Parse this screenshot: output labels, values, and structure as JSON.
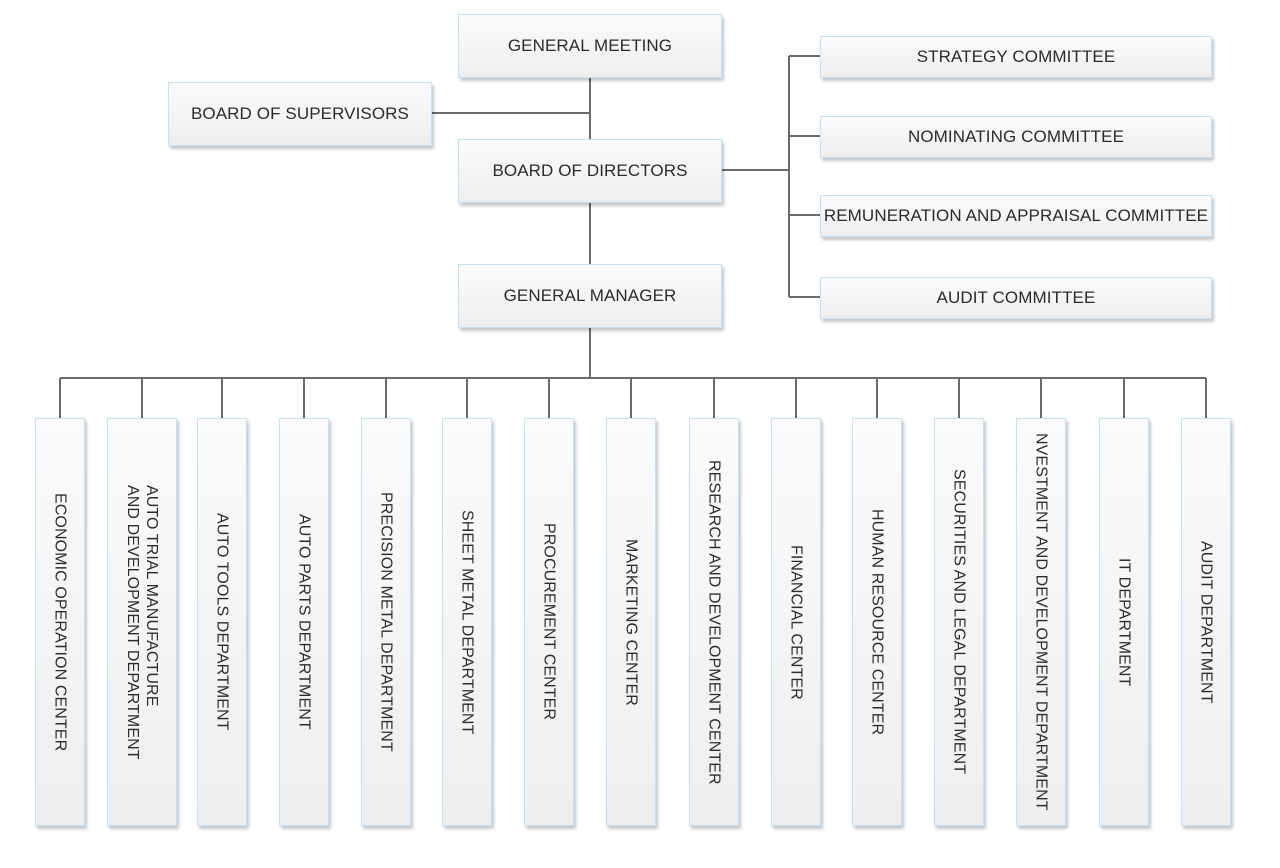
{
  "chart": {
    "general_meeting": "GENERAL MEETING",
    "board_of_supervisors": "BOARD OF SUPERVISORS",
    "board_of_directors": "BOARD OF DIRECTORS",
    "general_manager": "GENERAL MANAGER",
    "committees": [
      "STRATEGY COMMITTEE",
      "NOMINATING COMMITTEE",
      "REMUNERATION AND APPRAISAL COMMITTEE",
      "AUDIT COMMITTEE"
    ],
    "departments": [
      "ECONOMIC OPERATION CENTER",
      "AUTO TRIAL MANUFACTURE\nAND DEVELOPMENT DEPARTMENT",
      "AUTO TOOLS DEPARTMENT",
      "AUTO PARTS DEPARTMENT",
      "PRECISION METAL DEPARTMENT",
      "SHEET METAL DEPARTMENT",
      "PROCUREMENT CENTER",
      "MARKETING CENTER",
      "RESEARCH AND DEVELOPMENT CENTER",
      "FINANCIAL CENTER",
      "HUMAN RESOURCE CENTER",
      "SECURITIES AND LEGAL DEPARTMENT",
      "NVESTMENT AND DEVELOPMENT DEPARTMENT",
      "IT DEPARTMENT",
      "AUDIT DEPARTMENT"
    ]
  }
}
